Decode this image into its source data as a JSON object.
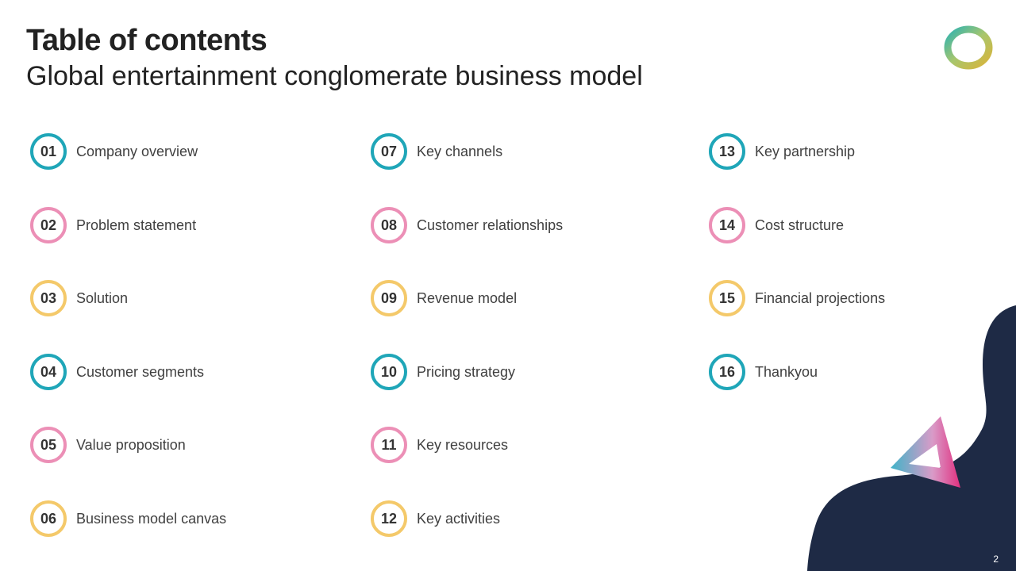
{
  "header": {
    "title": "Table of contents",
    "subtitle": "Global entertainment conglomerate business model"
  },
  "colors": {
    "teal": "#1fa6b8",
    "pink": "#ec8fb6",
    "yellow": "#f4c96a",
    "navy": "#1e2a45"
  },
  "items": [
    {
      "num": "01",
      "label": "Company overview",
      "color": "teal"
    },
    {
      "num": "02",
      "label": "Problem statement",
      "color": "pink"
    },
    {
      "num": "03",
      "label": "Solution",
      "color": "yellow"
    },
    {
      "num": "04",
      "label": "Customer segments",
      "color": "teal"
    },
    {
      "num": "05",
      "label": "Value proposition",
      "color": "pink"
    },
    {
      "num": "06",
      "label": "Business model canvas",
      "color": "yellow"
    },
    {
      "num": "07",
      "label": "Key channels",
      "color": "teal"
    },
    {
      "num": "08",
      "label": "Customer relationships",
      "color": "pink"
    },
    {
      "num": "09",
      "label": "Revenue model",
      "color": "yellow"
    },
    {
      "num": "10",
      "label": "Pricing strategy",
      "color": "teal"
    },
    {
      "num": "11",
      "label": "Key resources",
      "color": "pink"
    },
    {
      "num": "12",
      "label": "Key activities",
      "color": "yellow"
    },
    {
      "num": "13",
      "label": "Key partnership",
      "color": "teal"
    },
    {
      "num": "14",
      "label": "Cost structure",
      "color": "pink"
    },
    {
      "num": "15",
      "label": "Financial projections",
      "color": "yellow"
    },
    {
      "num": "16",
      "label": "Thankyou",
      "color": "teal"
    }
  ],
  "page_number": "2"
}
